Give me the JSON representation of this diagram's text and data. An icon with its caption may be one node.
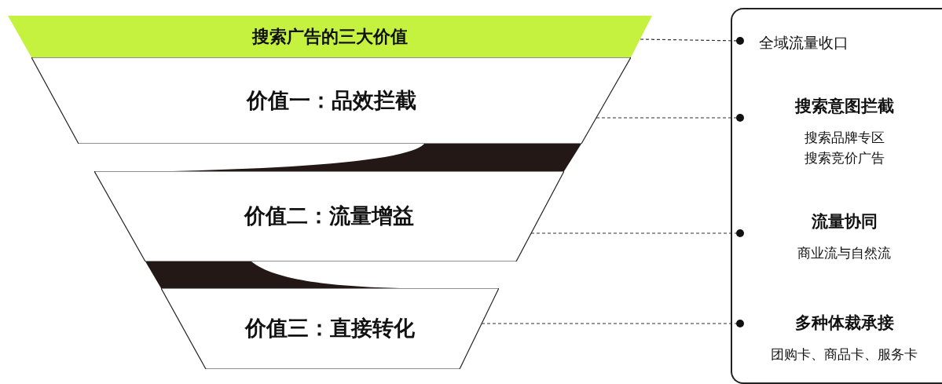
{
  "diagram": {
    "nodes": [
      {
        "text": [
          "搜索广告的三大价值"
        ]
      },
      {
        "text": [
          "价值一：品效拦截"
        ]
      },
      {
        "text": [
          "价值二：流量增益"
        ]
      },
      {
        "text": [
          "价值三：直接转化"
        ]
      },
      {
        "text": [],
        "shape": "box"
      },
      {
        "text": [
          "全域流量收口"
        ],
        "in": 4
      },
      {
        "text": [
          "搜索意图拦截",
          "搜索品牌专区",
          "搜索竞价广告"
        ],
        "in": 4
      },
      {
        "text": [
          "流量协同",
          "商业流与自然流"
        ],
        "in": 4
      },
      {
        "text": [
          "多种体裁承接",
          "团购卡、商品卡、服务卡"
        ],
        "in": 4
      }
    ],
    "edges": [
      {
        "from": 0,
        "to": 5,
        "arrow": "other",
        "style": "dashed"
      },
      {
        "from": 1,
        "to": 6,
        "arrow": "other",
        "style": "dashed"
      },
      {
        "from": 2,
        "to": 7,
        "arrow": "other",
        "style": "dashed"
      },
      {
        "from": 3,
        "to": 8,
        "arrow": "other",
        "style": "dashed"
      }
    ]
  }
}
